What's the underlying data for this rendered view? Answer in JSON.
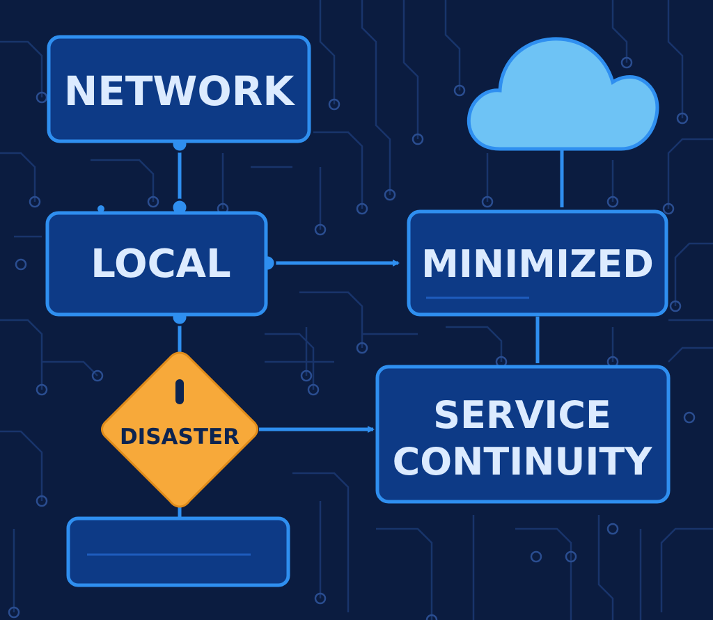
{
  "diagram": {
    "nodes": {
      "network": {
        "label": "NETWORK"
      },
      "local": {
        "label": "LOCAL"
      },
      "minimized": {
        "label": "MINIMIZED"
      },
      "service_continuity": {
        "line1": "SERVICE",
        "line2": "CONTINUITY"
      },
      "disaster": {
        "label": "DISASTER"
      }
    },
    "colors": {
      "background": "#0b1c40",
      "node_fill": "#0d3a86",
      "node_border": "#2f8ff0",
      "connector": "#2f8ff0",
      "cloud": "#6ec3f5",
      "warning": "#f7a93a"
    }
  }
}
